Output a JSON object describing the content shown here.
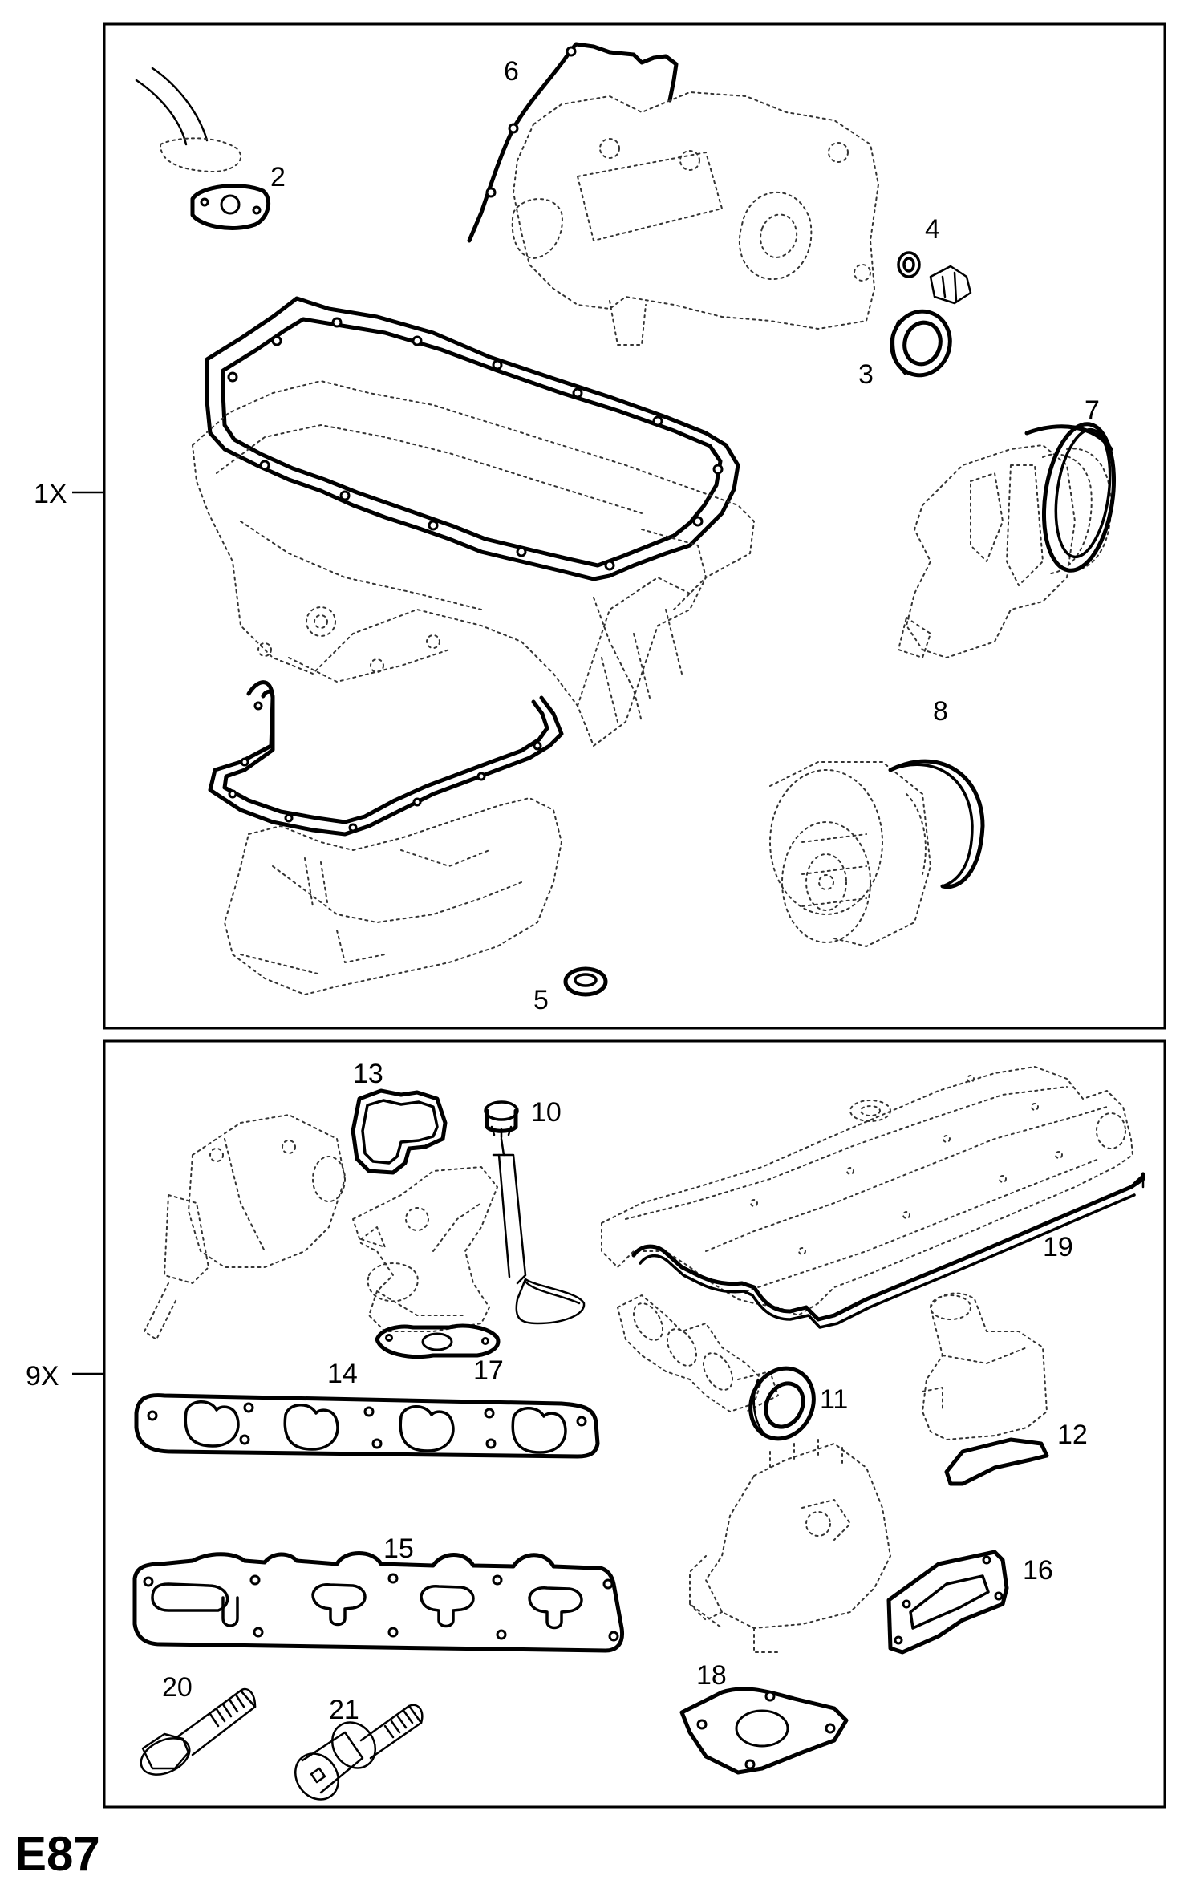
{
  "diagram": {
    "code": "E87",
    "groups": {
      "upper": "1X",
      "lower": "9X"
    },
    "parts": {
      "p2": "2",
      "p3": "3",
      "p4": "4",
      "p5": "5",
      "p6": "6",
      "p7": "7",
      "p8": "8",
      "p10": "10",
      "p11": "11",
      "p12": "12",
      "p13": "13",
      "p14": "14",
      "p15": "15",
      "p16": "16",
      "p17": "17",
      "p18": "18",
      "p19": "19",
      "p20": "20",
      "p21": "21"
    }
  }
}
